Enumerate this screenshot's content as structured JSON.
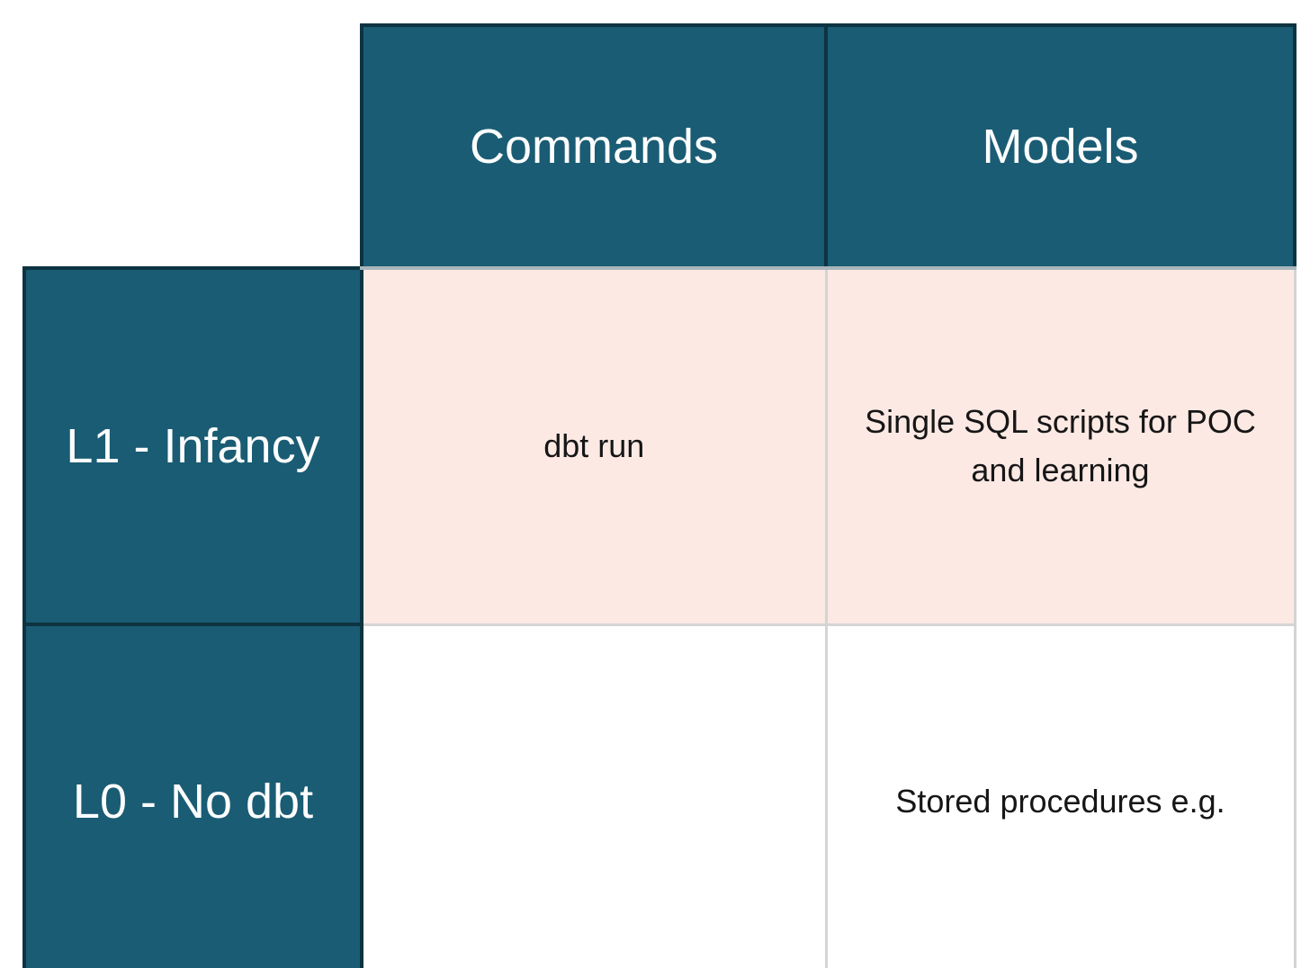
{
  "table": {
    "title_semantic": "dbt maturity matrix",
    "column_headers": [
      "Commands",
      "Models"
    ],
    "rows": [
      {
        "label": "L1 - Infancy",
        "cells": [
          "dbt run",
          "Single SQL scripts for POC and learning"
        ],
        "highlighted": true
      },
      {
        "label": "L0 - No dbt",
        "cells": [
          "",
          "Stored procedures e.g."
        ],
        "highlighted": false
      }
    ]
  },
  "colors": {
    "header_background": "#1A5C74",
    "header_border": "#0D3341",
    "header_text": "#FDFDFD",
    "highlight_row_background": "#FCE9E4",
    "gridline": "#D4D4D4",
    "body_text": "#161616",
    "canvas_background": "#FFFFFF"
  }
}
